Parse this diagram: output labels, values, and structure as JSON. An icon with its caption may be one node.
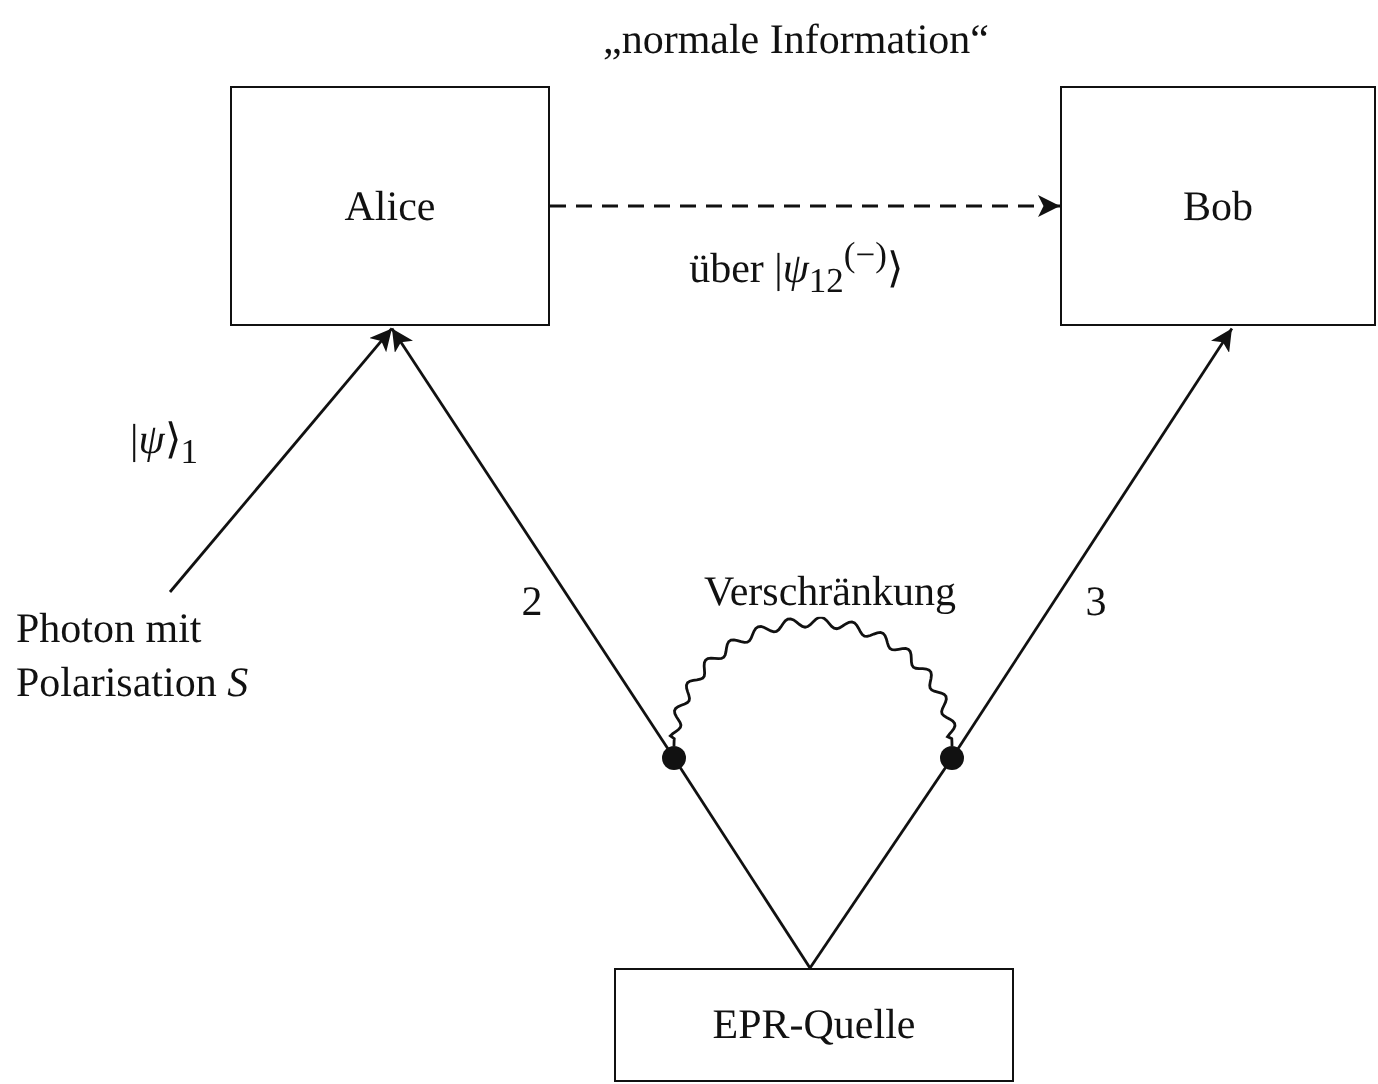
{
  "diagram": {
    "nodes": [
      {
        "text": [
          "Alice"
        ]
      },
      {
        "text": [
          "Bob"
        ]
      },
      {
        "text": [
          "Photon mit Polarisation *S*"
        ]
      },
      {
        "text": [
          "EPR-Quelle"
        ]
      },
      {
        "text": [],
        "shape": "circle"
      },
      {
        "text": [],
        "shape": "circle"
      }
    ],
    "edges": [
      {
        "from": 0,
        "to": 1,
        "arrow": "to",
        "style": "dashed",
        "label": "über |*ψ*$_{12}$$^{(−)}$⟩"
      },
      {
        "from": 2,
        "to": 0,
        "arrow": "to",
        "label": "|*ψ*⟩$_{1}$"
      },
      {
        "from": 3,
        "to": 4,
        "arrow": "none"
      },
      {
        "from": 4,
        "to": 0,
        "arrow": "to",
        "label": "2"
      },
      {
        "from": 3,
        "to": 5,
        "arrow": "none"
      },
      {
        "from": 5,
        "to": 1,
        "arrow": "to",
        "label": "3"
      },
      {
        "from": 4,
        "to": 5,
        "arrow": "none",
        "label": "Verschränkung"
      }
    ],
    "labels": [
      "„normale Information“"
    ]
  }
}
